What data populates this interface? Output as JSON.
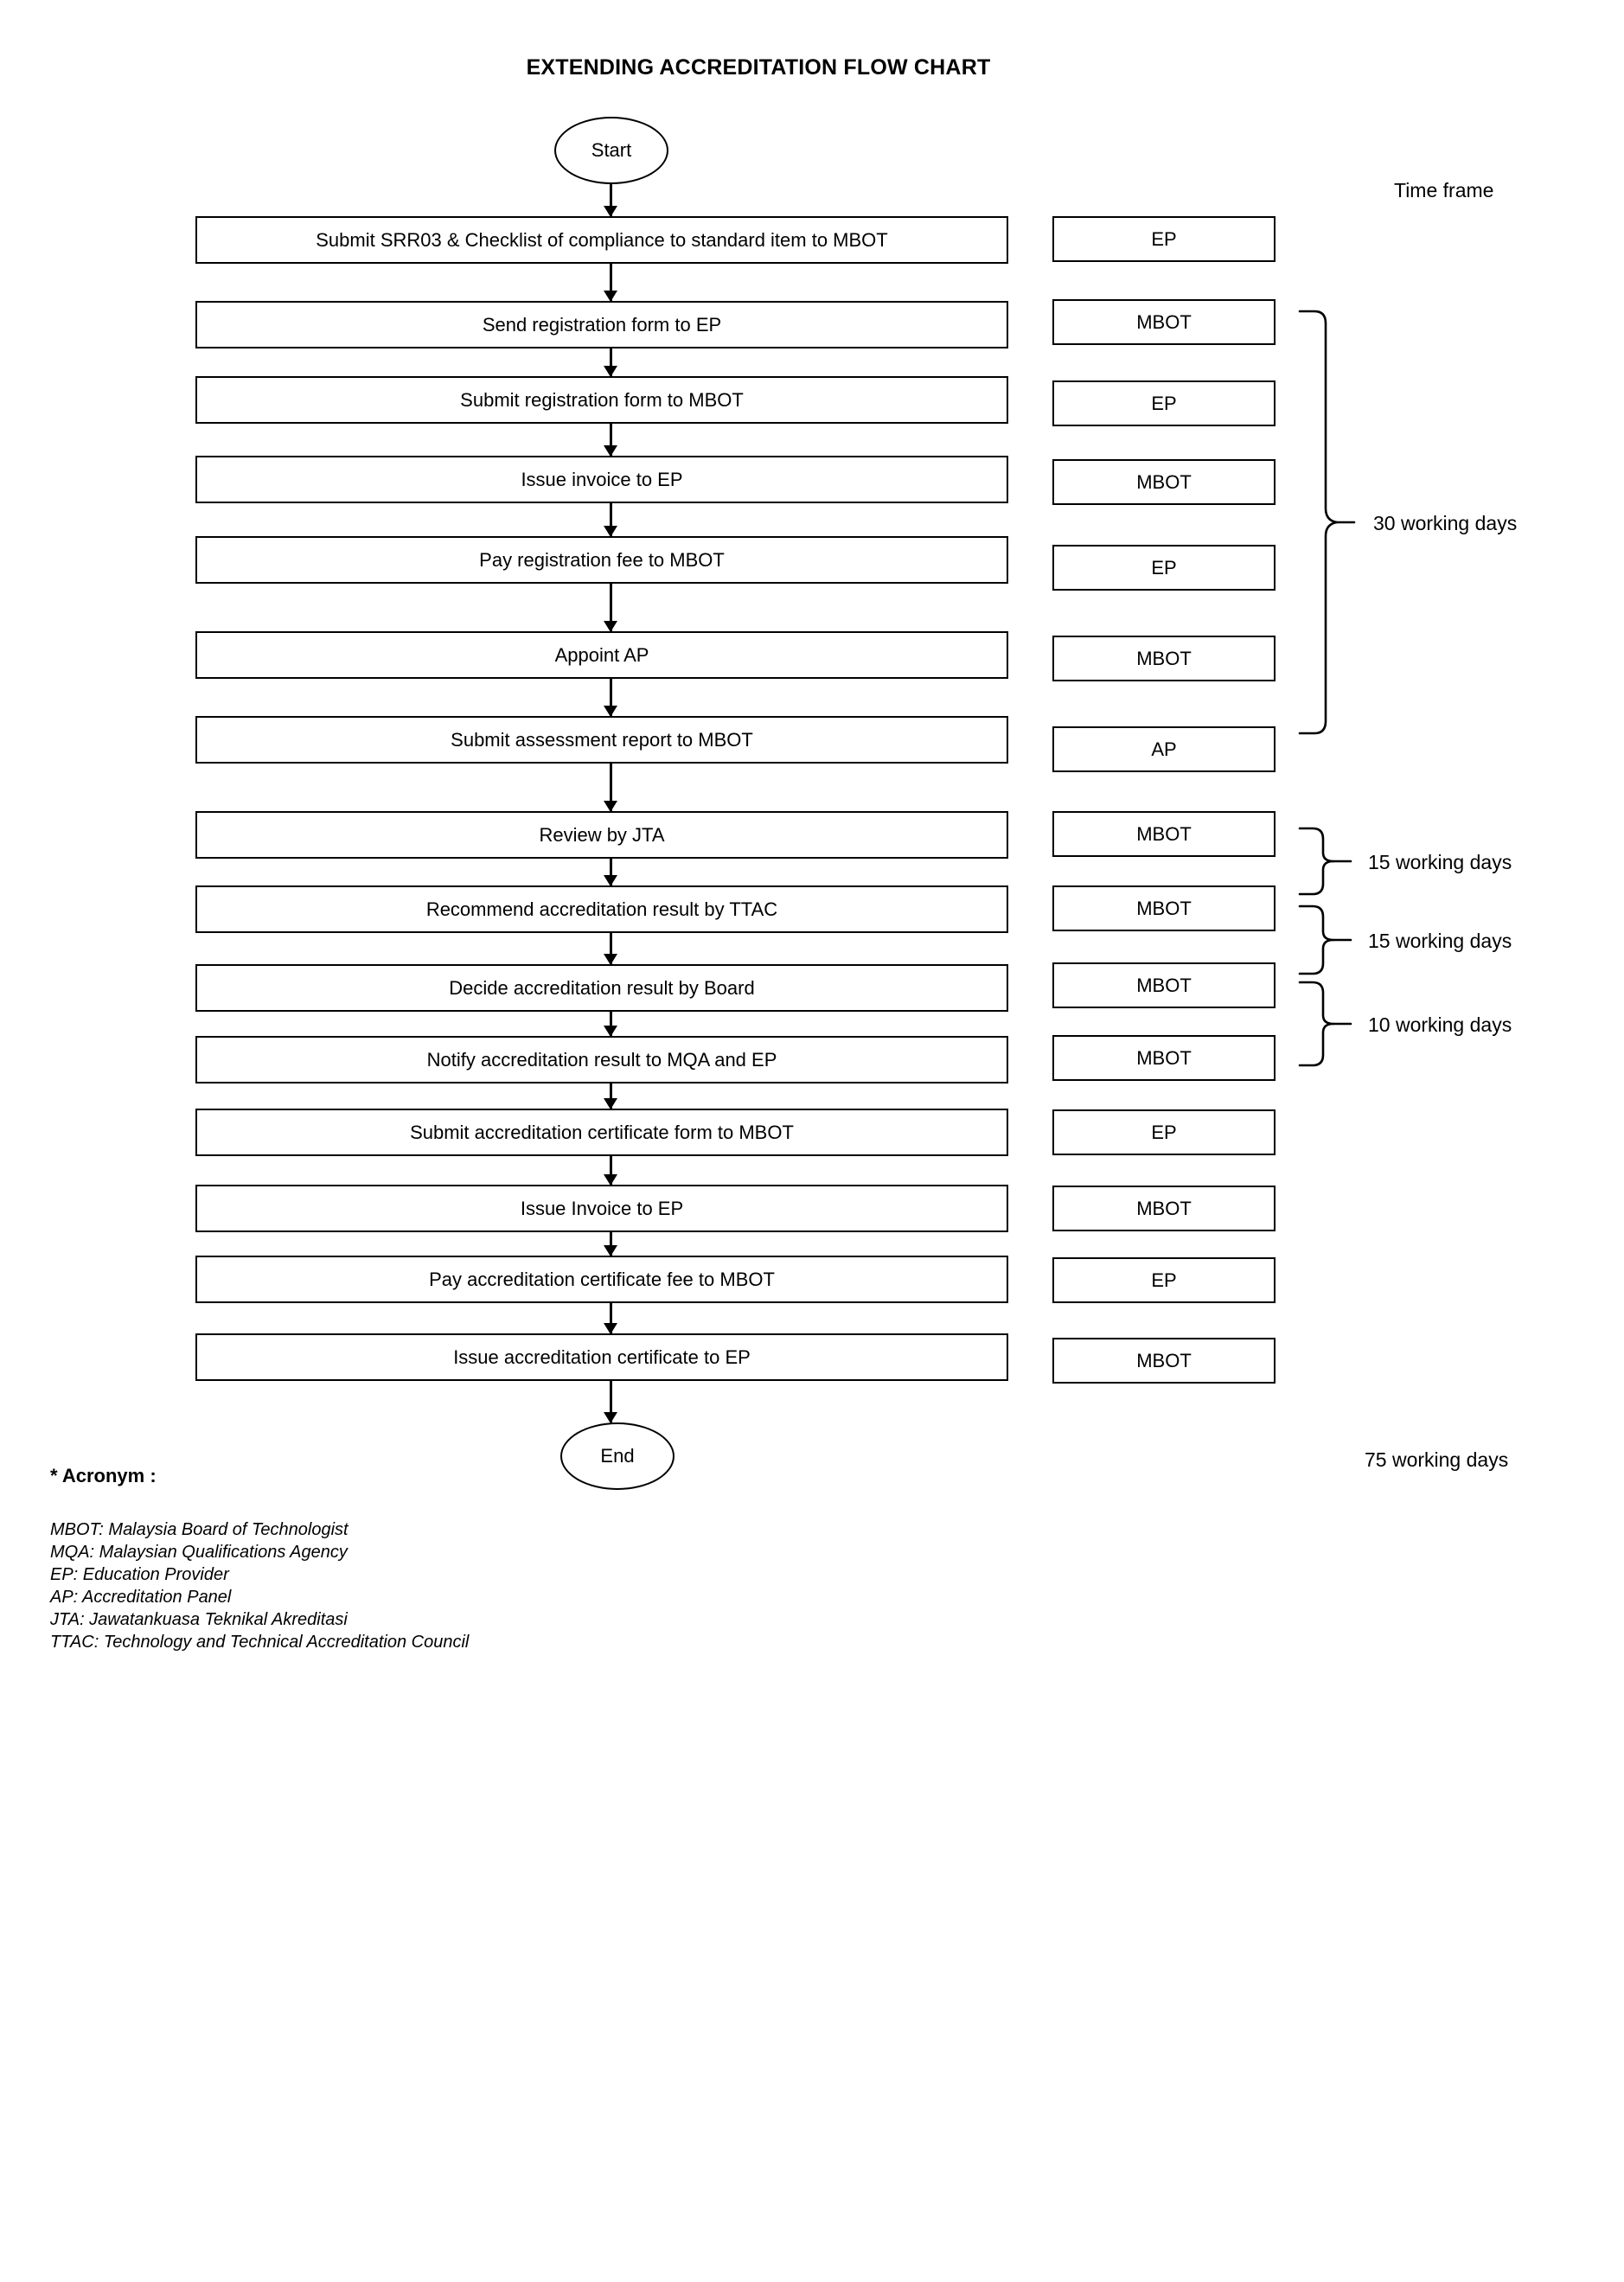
{
  "title": "EXTENDING ACCREDITATION FLOW CHART",
  "terminators": {
    "start": "Start",
    "end": "End"
  },
  "timeframe": {
    "header": "Time frame",
    "total": "75 working days",
    "braces": [
      {
        "label": "30 working days"
      },
      {
        "label": "15 working days"
      },
      {
        "label": "15 working days"
      },
      {
        "label": "10 working days"
      }
    ]
  },
  "steps": [
    {
      "process": "Submit SRR03 & Checklist of compliance to standard item to MBOT",
      "actor": "EP"
    },
    {
      "process": "Send registration form to EP",
      "actor": "MBOT"
    },
    {
      "process": "Submit registration form to MBOT",
      "actor": "EP"
    },
    {
      "process": "Issue invoice to EP",
      "actor": "MBOT"
    },
    {
      "process": "Pay registration fee to MBOT",
      "actor": "EP"
    },
    {
      "process": "Appoint AP",
      "actor": "MBOT"
    },
    {
      "process": "Submit assessment report to MBOT",
      "actor": "AP"
    },
    {
      "process": "Review by JTA",
      "actor": "MBOT"
    },
    {
      "process": "Recommend accreditation result by TTAC",
      "actor": "MBOT"
    },
    {
      "process": "Decide accreditation result by Board",
      "actor": "MBOT"
    },
    {
      "process": "Notify accreditation result to MQA and EP",
      "actor": "MBOT"
    },
    {
      "process": "Submit accreditation certificate form to MBOT",
      "actor": "EP"
    },
    {
      "process": "Issue Invoice to EP",
      "actor": "MBOT"
    },
    {
      "process": "Pay accreditation certificate fee to MBOT",
      "actor": "EP"
    },
    {
      "process": "Issue accreditation certificate to EP",
      "actor": "MBOT"
    }
  ],
  "legend": {
    "title": "* Acronym :",
    "entries": [
      "MBOT: Malaysia Board of Technologist",
      "MQA: Malaysian Qualifications Agency",
      "EP: Education Provider",
      "AP: Accreditation Panel",
      "JTA: Jawatankuasa Teknikal Akreditasi",
      "TTAC: Technology and Technical Accreditation Council"
    ]
  },
  "colors": {
    "stroke": "#000000",
    "background": "#ffffff"
  }
}
